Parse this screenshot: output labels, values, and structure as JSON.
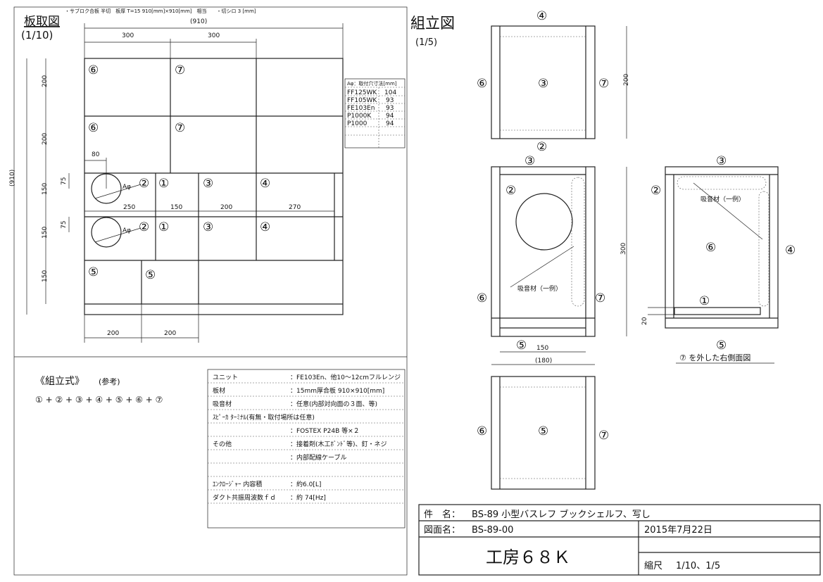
{
  "cut": {
    "title": "板取図",
    "scale": "(1/10)",
    "note": "・サブロク合板 半切　板厚 T=15 910[mm]×910[mm]　相当　　・切シロ 3 [mm]",
    "dim_total": "(910)",
    "dim_300a": "300",
    "dim_300b": "300",
    "dim_80": "80",
    "dim_75a": "75",
    "dim_75b": "75",
    "dim_rows": [
      "200",
      "200",
      "150",
      "150",
      "150"
    ],
    "dim_side": "(910)",
    "dim_cols": [
      "250",
      "150",
      "200",
      "270"
    ],
    "dim_bottom": [
      "200",
      "200"
    ],
    "aphi": "Aφ",
    "parts": {
      "p1": "①",
      "p2": "②",
      "p3": "③",
      "p4": "④",
      "p5": "⑤",
      "p6": "⑥",
      "p7": "⑦"
    }
  },
  "hole_table": {
    "header": "Aφ：取付穴寸法[mm]",
    "rows": [
      [
        "FF125WK",
        "104"
      ],
      [
        "FF105WK",
        "93"
      ],
      [
        "FE103En",
        "93"
      ],
      [
        "P1000K",
        "94"
      ],
      [
        "P1000",
        "94"
      ]
    ]
  },
  "formula": {
    "title": "《組立式》",
    "ref": "(参考)",
    "expr": "① + ② + ③ + ④ + ⑤ + ⑥ + ⑦"
  },
  "spec": [
    [
      "ユニット",
      "：FE103En、他10～12cmフルレンジ"
    ],
    [
      "板材",
      "：15mm厚合板 910×910[mm]"
    ],
    [
      "吸音材",
      "：任意(内部対向面の３面、等)"
    ],
    [
      "ｽﾋﾟｰｶ ﾀｰﾐﾅﾙ(有無・取付場所は任意)",
      ""
    ],
    [
      "",
      "：FOSTEX P24B 等×２"
    ],
    [
      "その他",
      "：接着剤(木工ﾎﾞﾝﾄﾞ等)、釘・ネジ"
    ],
    [
      "",
      "：内部配線ケーブル"
    ],
    [
      "",
      ""
    ],
    [
      "ｴﾝｸﾛｰｼﾞｬｰ 内容積",
      "：約6.0[L]"
    ],
    [
      "ダクト共振周波数ｆｄ",
      "：約 74[Hz]"
    ]
  ],
  "assembly": {
    "title": "組立図",
    "scale": "(1/5)",
    "dim_200": "200",
    "dim_300": "300",
    "dim_150": "150",
    "dim_180": "(180)",
    "dim_20": "20",
    "absorber": "吸音材（一例）",
    "caption": "⑦ を外した右側面図"
  },
  "titleblock": {
    "subject_label": "件　名：",
    "subject": "BS-89 小型バスレフ ブックシェルフ、写し",
    "drawing_label": "図面名：",
    "drawing": "BS-89-00",
    "date": "2015年7月22日",
    "author": "工房６８Ｋ",
    "scale_label": "縮尺",
    "scale": "1/10、1/5"
  }
}
